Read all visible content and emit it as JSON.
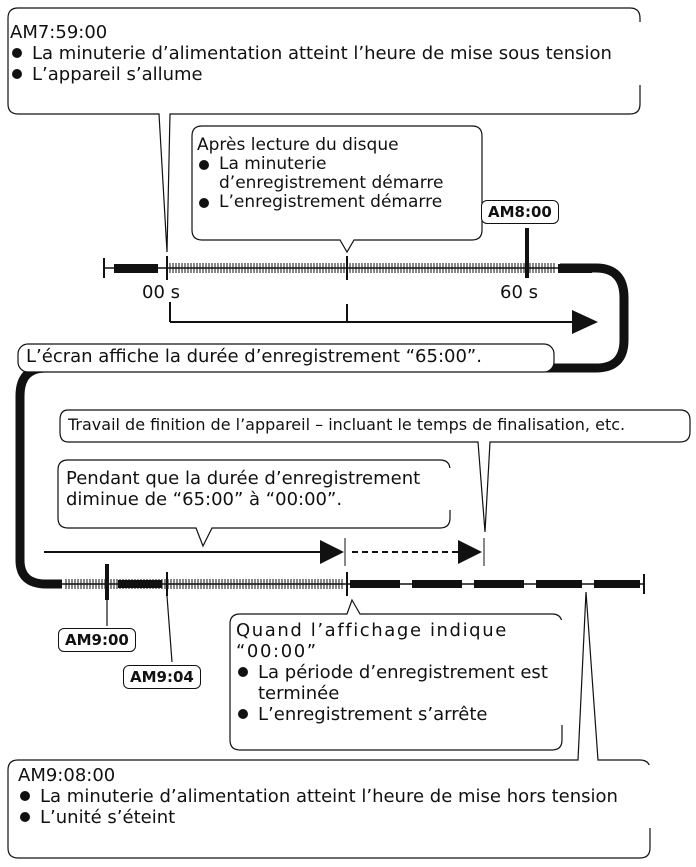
{
  "callouts": {
    "power_on": {
      "time": "AM7:59:00",
      "items": [
        "La minuterie d’alimentation atteint l’heure de mise sous tension",
        "L’appareil s’allume"
      ]
    },
    "after_disc": {
      "title": "Après lecture du disque",
      "items": [
        "La minuterie d’enregistrement démarre",
        "L’enregistrement démarre"
      ]
    },
    "screen": "L’écran affiche la durée d’enregistrement “65:00”.",
    "finishing": "Travail de finition de l’appareil – incluant le temps de finalisation, etc.",
    "during": "Pendant que la durée d’enregistrement diminue de “65:00” à “00:00”.",
    "end": {
      "title": "Quand l’affichage indique “00:00”",
      "items": [
        "La période d’enregistrement est terminée",
        "L’enregistrement s’arrête"
      ]
    },
    "power_off": {
      "time": "AM9:08:00",
      "items": [
        "La minuterie d’alimentation atteint l’heure de mise hors tension",
        "L’unité s’éteint"
      ]
    }
  },
  "labels": {
    "zero_s": "00 s",
    "sixty_s": "60 s",
    "am8": "AM8:00",
    "am9": "AM9:00",
    "am904": "AM9:04"
  }
}
